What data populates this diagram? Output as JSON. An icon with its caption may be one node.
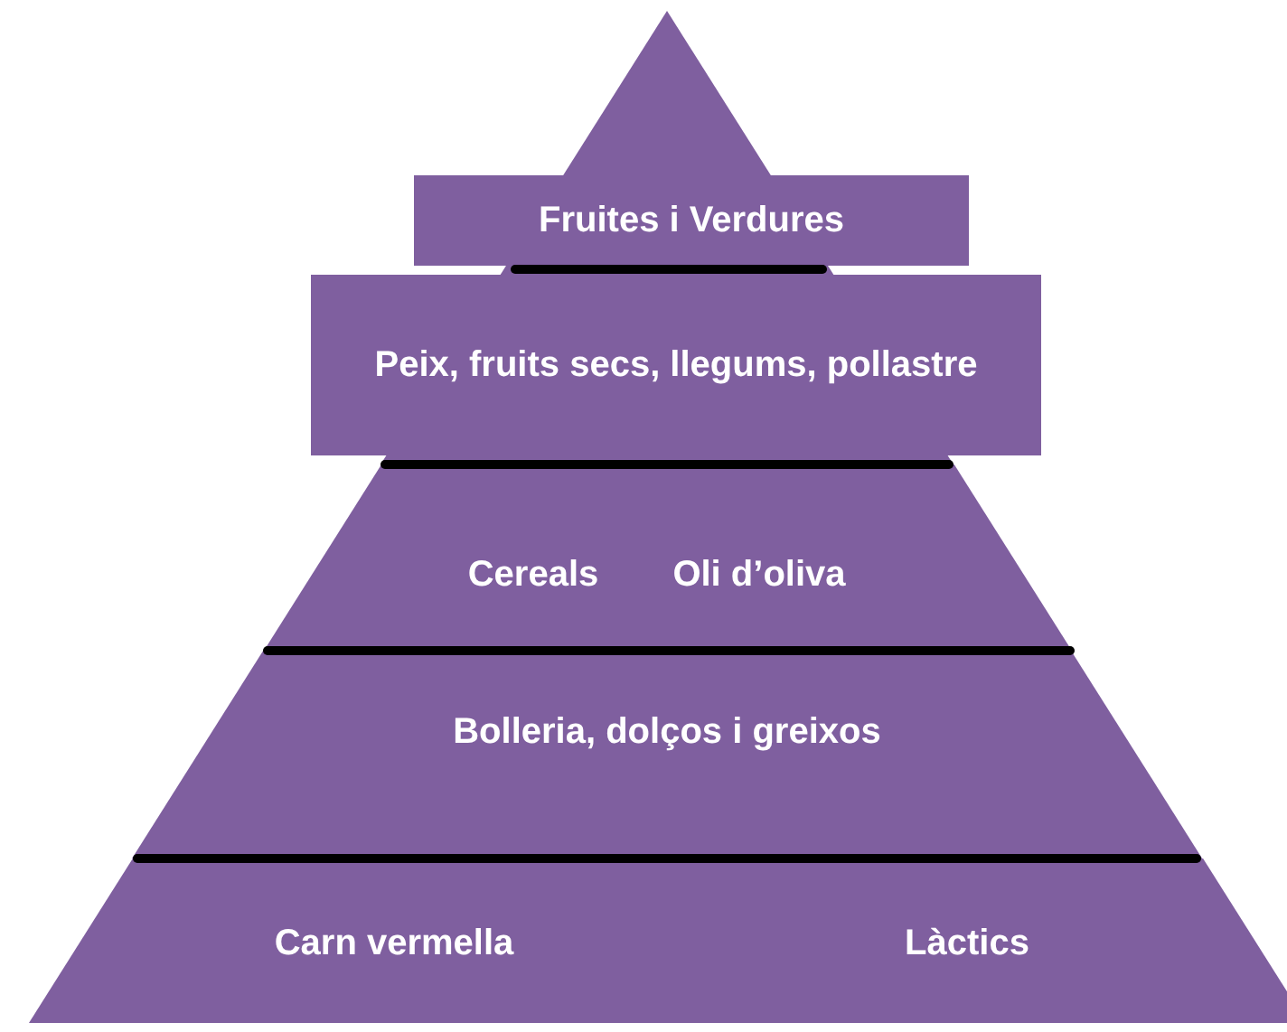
{
  "diagram": {
    "nodes": [
      {
        "text": [
          "Fruites i Verdures"
        ]
      },
      {
        "text": [
          "Peix, fruits secs, llegums, pollastre"
        ]
      },
      {
        "text": [
          "Cereals",
          "Oli d’oliva"
        ]
      },
      {
        "text": [
          "Bolleria, dolços i greixos"
        ]
      },
      {
        "text": [
          "Carn vermella",
          "Làctics"
        ]
      }
    ]
  }
}
